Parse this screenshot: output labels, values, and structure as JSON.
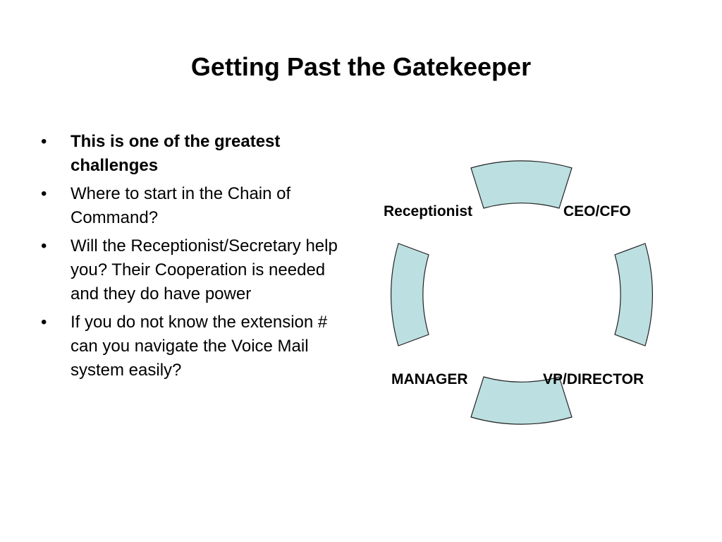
{
  "slide": {
    "title": "Getting Past the Gatekeeper"
  },
  "bullets": [
    {
      "text": "This is one of the greatest challenges",
      "bold": true
    },
    {
      "text": "Where to start in the Chain of Command?",
      "bold": false
    },
    {
      "text": "Will the Receptionist/Secretary help you? Their Cooperation is needed and they do have power",
      "bold": false
    },
    {
      "text": "If you do not know the extension # can you navigate the Voice Mail system easily?",
      "bold": false
    }
  ],
  "bullet_glyph": "•",
  "cycle": {
    "labels": {
      "receptionist": "Receptionist",
      "ceo": "CEO/CFO",
      "manager": "MANAGER",
      "vp": "VP/DIRECTOR"
    },
    "segment_fill": "#bcdfe1",
    "segment_stroke": "#222222"
  }
}
